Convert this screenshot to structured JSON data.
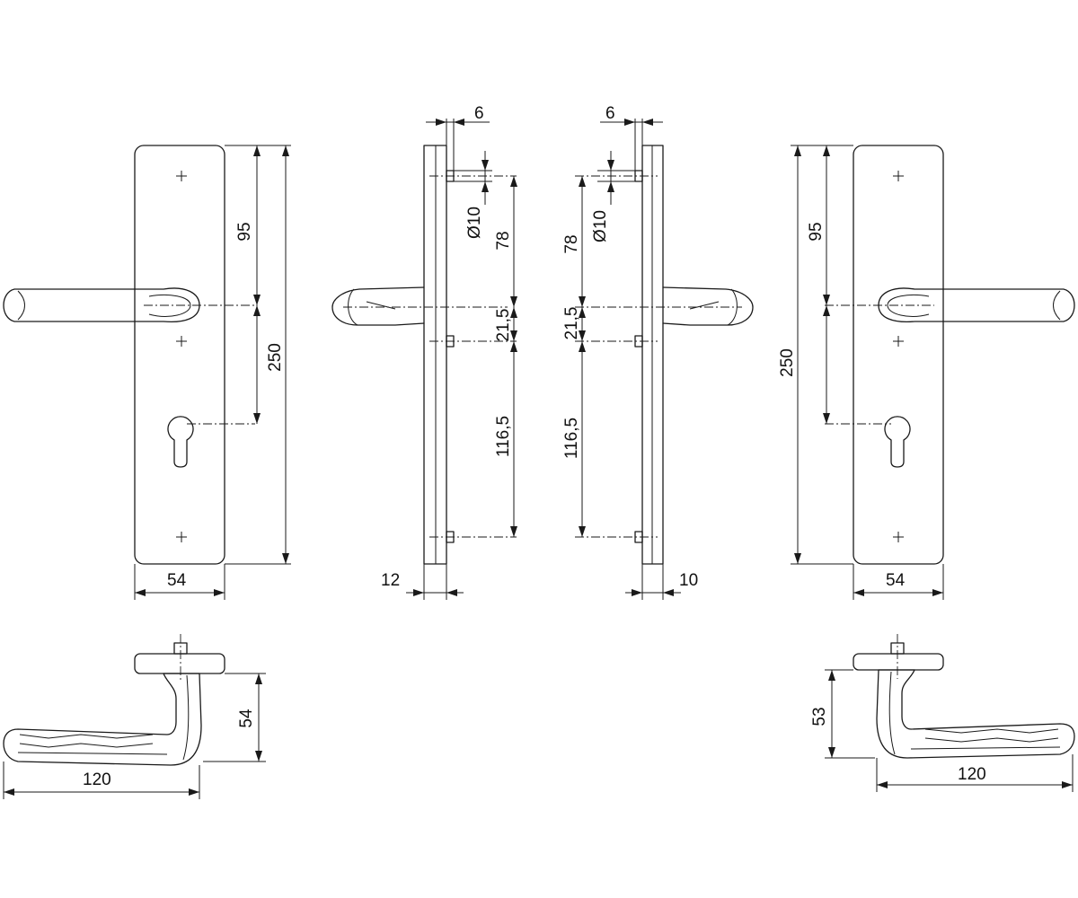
{
  "dimensions": {
    "front_left_width": "54",
    "front_left_upper_spacing": "95",
    "front_left_center_to_keyhole": "250",
    "side_left_offset": "6",
    "side_left_bore": "Ø10",
    "side_left_top_spacing": "78",
    "side_left_middle_spacing": "21,5",
    "side_left_lower_spacing": "116,5",
    "side_left_depth": "12",
    "side_right_offset": "6",
    "side_right_bore": "Ø10",
    "side_right_top_spacing": "78",
    "side_right_middle_spacing": "21,5",
    "side_right_lower_spacing": "116,5",
    "side_right_depth": "10",
    "front_right_width": "54",
    "front_right_upper_spacing": "95",
    "front_right_total_height": "250",
    "lever_left_height": "54",
    "lever_left_length": "120",
    "lever_right_height": "53",
    "lever_right_length": "120"
  }
}
